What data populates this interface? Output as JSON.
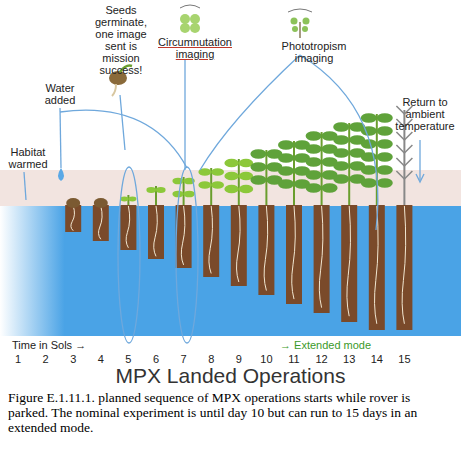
{
  "diagram": {
    "title": "MPX Landed Operations",
    "caption": "Figure E.1.11.1. planned sequence of MPX operations starts while rover is parked. The nominal experiment is until day 10 but can run to 15 days in an extended mode.",
    "labels": [
      "Habitat warmed",
      "Water added",
      "Seeds germinate, one image sent is mission success!",
      "Circumnutation imaging",
      "Phototropism imaging",
      "Return to ambient temperature",
      "Time in Sols →",
      "→ Extended mode",
      "1",
      "2",
      "3",
      "4",
      "5",
      "6",
      "7",
      "8",
      "9",
      "10",
      "11",
      "12",
      "13",
      "14",
      "15"
    ]
  }
}
